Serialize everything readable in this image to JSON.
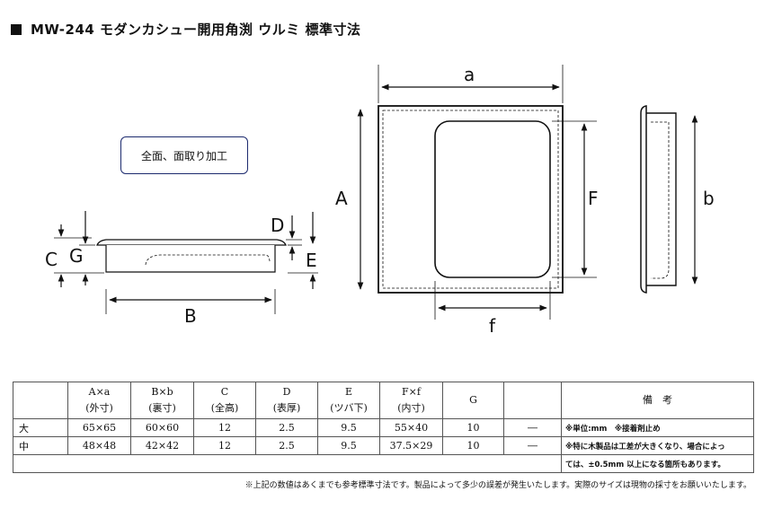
{
  "title": "MW-244 モダンカシュー開用角渕 ウルミ 標準寸法",
  "note_box": "全面、面取り加工",
  "labels": {
    "a": "a",
    "A": "A",
    "F": "F",
    "f": "f",
    "b": "b",
    "B": "B",
    "C": "C",
    "G": "G",
    "D": "D",
    "E": "E"
  },
  "table": {
    "headers": [
      {
        "top": "A×a",
        "bottom": "(外寸)"
      },
      {
        "top": "B×b",
        "bottom": "(裏寸)"
      },
      {
        "top": "C",
        "bottom": "(全高)"
      },
      {
        "top": "D",
        "bottom": "(表厚)"
      },
      {
        "top": "E",
        "bottom": "(ツバ下)"
      },
      {
        "top": "F×f",
        "bottom": "(内寸)"
      },
      {
        "top": "G",
        "bottom": ""
      }
    ],
    "remarks_header": "備　考",
    "rows": [
      {
        "name": "大",
        "cells": [
          "65×65",
          "60×60",
          "12",
          "2.5",
          "9.5",
          "55×40",
          "10",
          "―"
        ]
      },
      {
        "name": "中",
        "cells": [
          "48×48",
          "42×42",
          "12",
          "2.5",
          "9.5",
          "37.5×29",
          "10",
          "―"
        ]
      }
    ],
    "remarks": [
      "※単位:mm　※接着剤止め",
      "※特に木製品は工差が大きくなり、場合によっ",
      "ては、±0.5mm 以上になる箇所もあります。"
    ]
  },
  "footnote": "※上記の数値はあくまでも参考標準寸法です。製品によって多少の誤差が発生いたします。実際のサイズは現物の採寸をお願いいたします。"
}
